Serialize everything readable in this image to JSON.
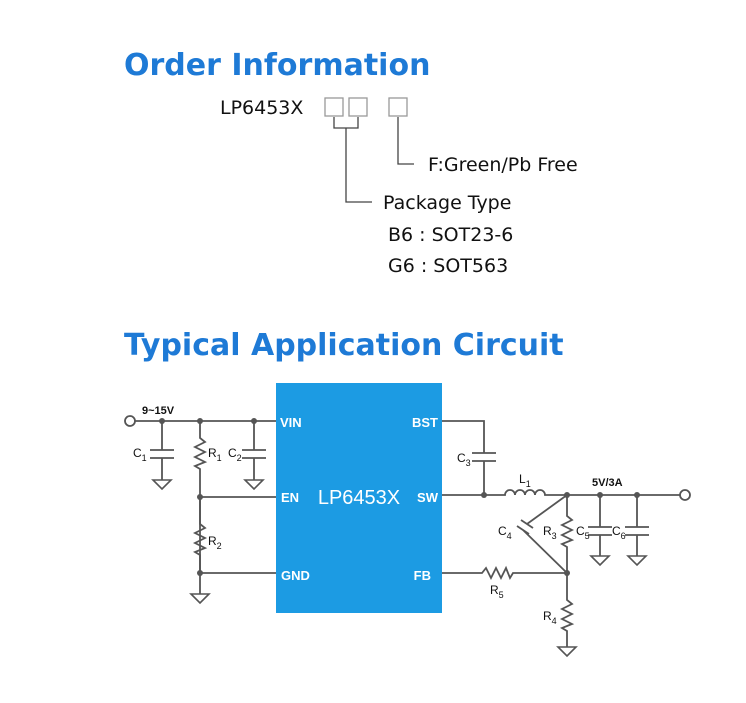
{
  "order": {
    "title": "Order Information",
    "part_prefix": "LP6453X",
    "code_desc": "F:Green/Pb Free",
    "package_heading": "Package Type",
    "packages": [
      "B6 : SOT23-6",
      "G6 : SOT563"
    ]
  },
  "circuit": {
    "title": "Typical Application Circuit",
    "chip_name": "LP6453X",
    "pins": {
      "vin": "VIN",
      "en": "EN",
      "gnd": "GND",
      "bst": "BST",
      "sw": "SW",
      "fb": "FB"
    },
    "input_label": "9~15V",
    "output_label": "5V/3A",
    "components": {
      "c1": {
        "ref": "C",
        "num": "1"
      },
      "r1": {
        "ref": "R",
        "num": "1"
      },
      "c2": {
        "ref": "C",
        "num": "2"
      },
      "r2": {
        "ref": "R",
        "num": "2"
      },
      "c3": {
        "ref": "C",
        "num": "3"
      },
      "l1": {
        "ref": "L",
        "num": "1"
      },
      "c4": {
        "ref": "C",
        "num": "4"
      },
      "r3": {
        "ref": "R",
        "num": "3"
      },
      "c5": {
        "ref": "C",
        "num": "5"
      },
      "c6": {
        "ref": "C",
        "num": "6"
      },
      "r5": {
        "ref": "R",
        "num": "5"
      },
      "r4": {
        "ref": "R",
        "num": "4"
      }
    }
  },
  "colors": {
    "heading": "#1e7ad6",
    "chip": "#1c9be3",
    "wire": "#555555"
  }
}
